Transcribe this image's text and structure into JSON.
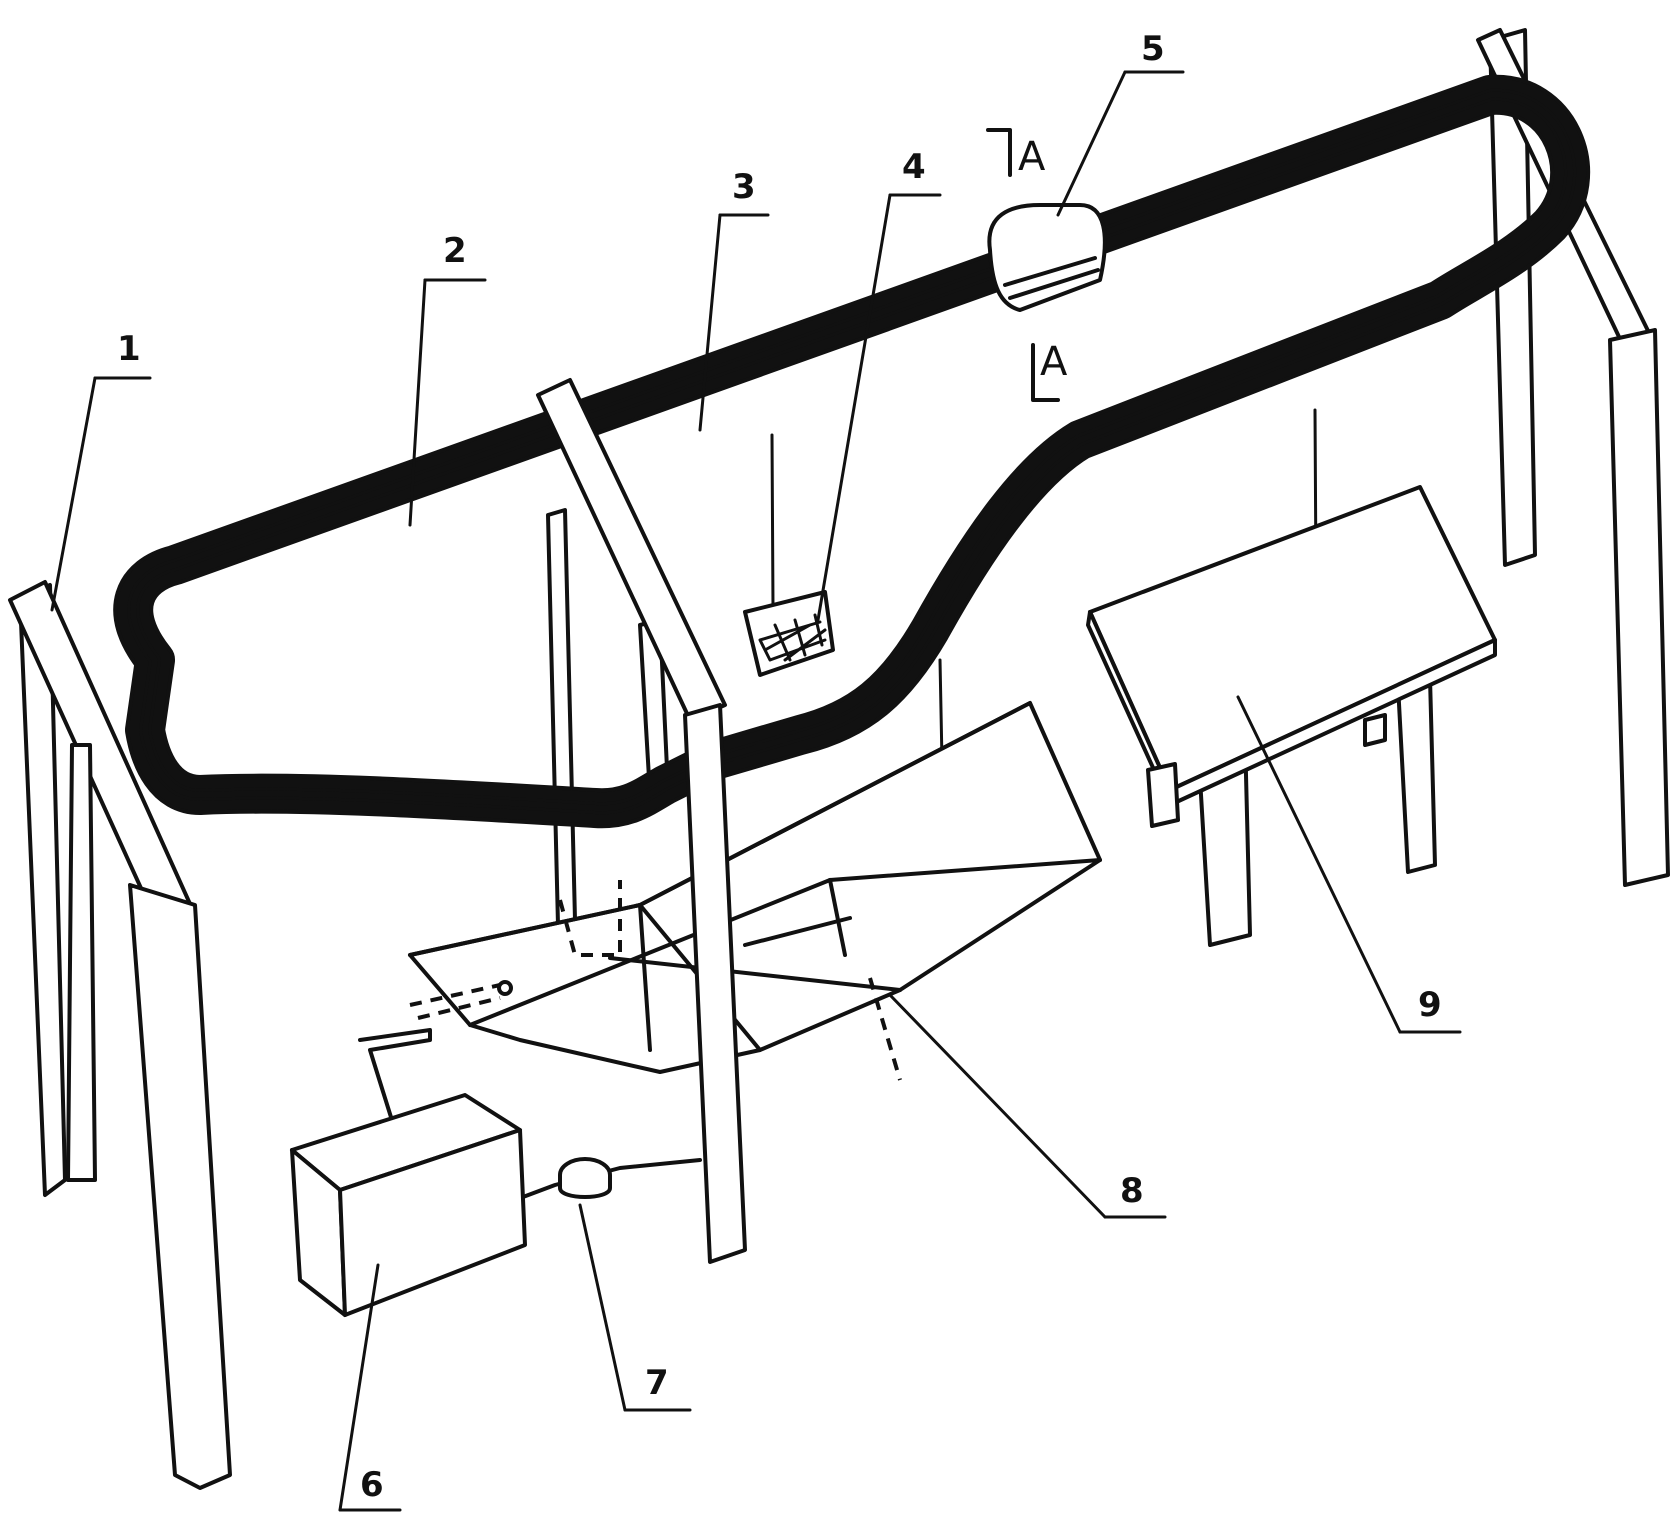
{
  "labels": {
    "l1": "1",
    "l2": "2",
    "l3": "3",
    "l4": "4",
    "l5": "5",
    "l6": "6",
    "l7": "7",
    "l8": "8",
    "l9": "9"
  },
  "section_marks": {
    "top": "A",
    "bottom": "A"
  }
}
